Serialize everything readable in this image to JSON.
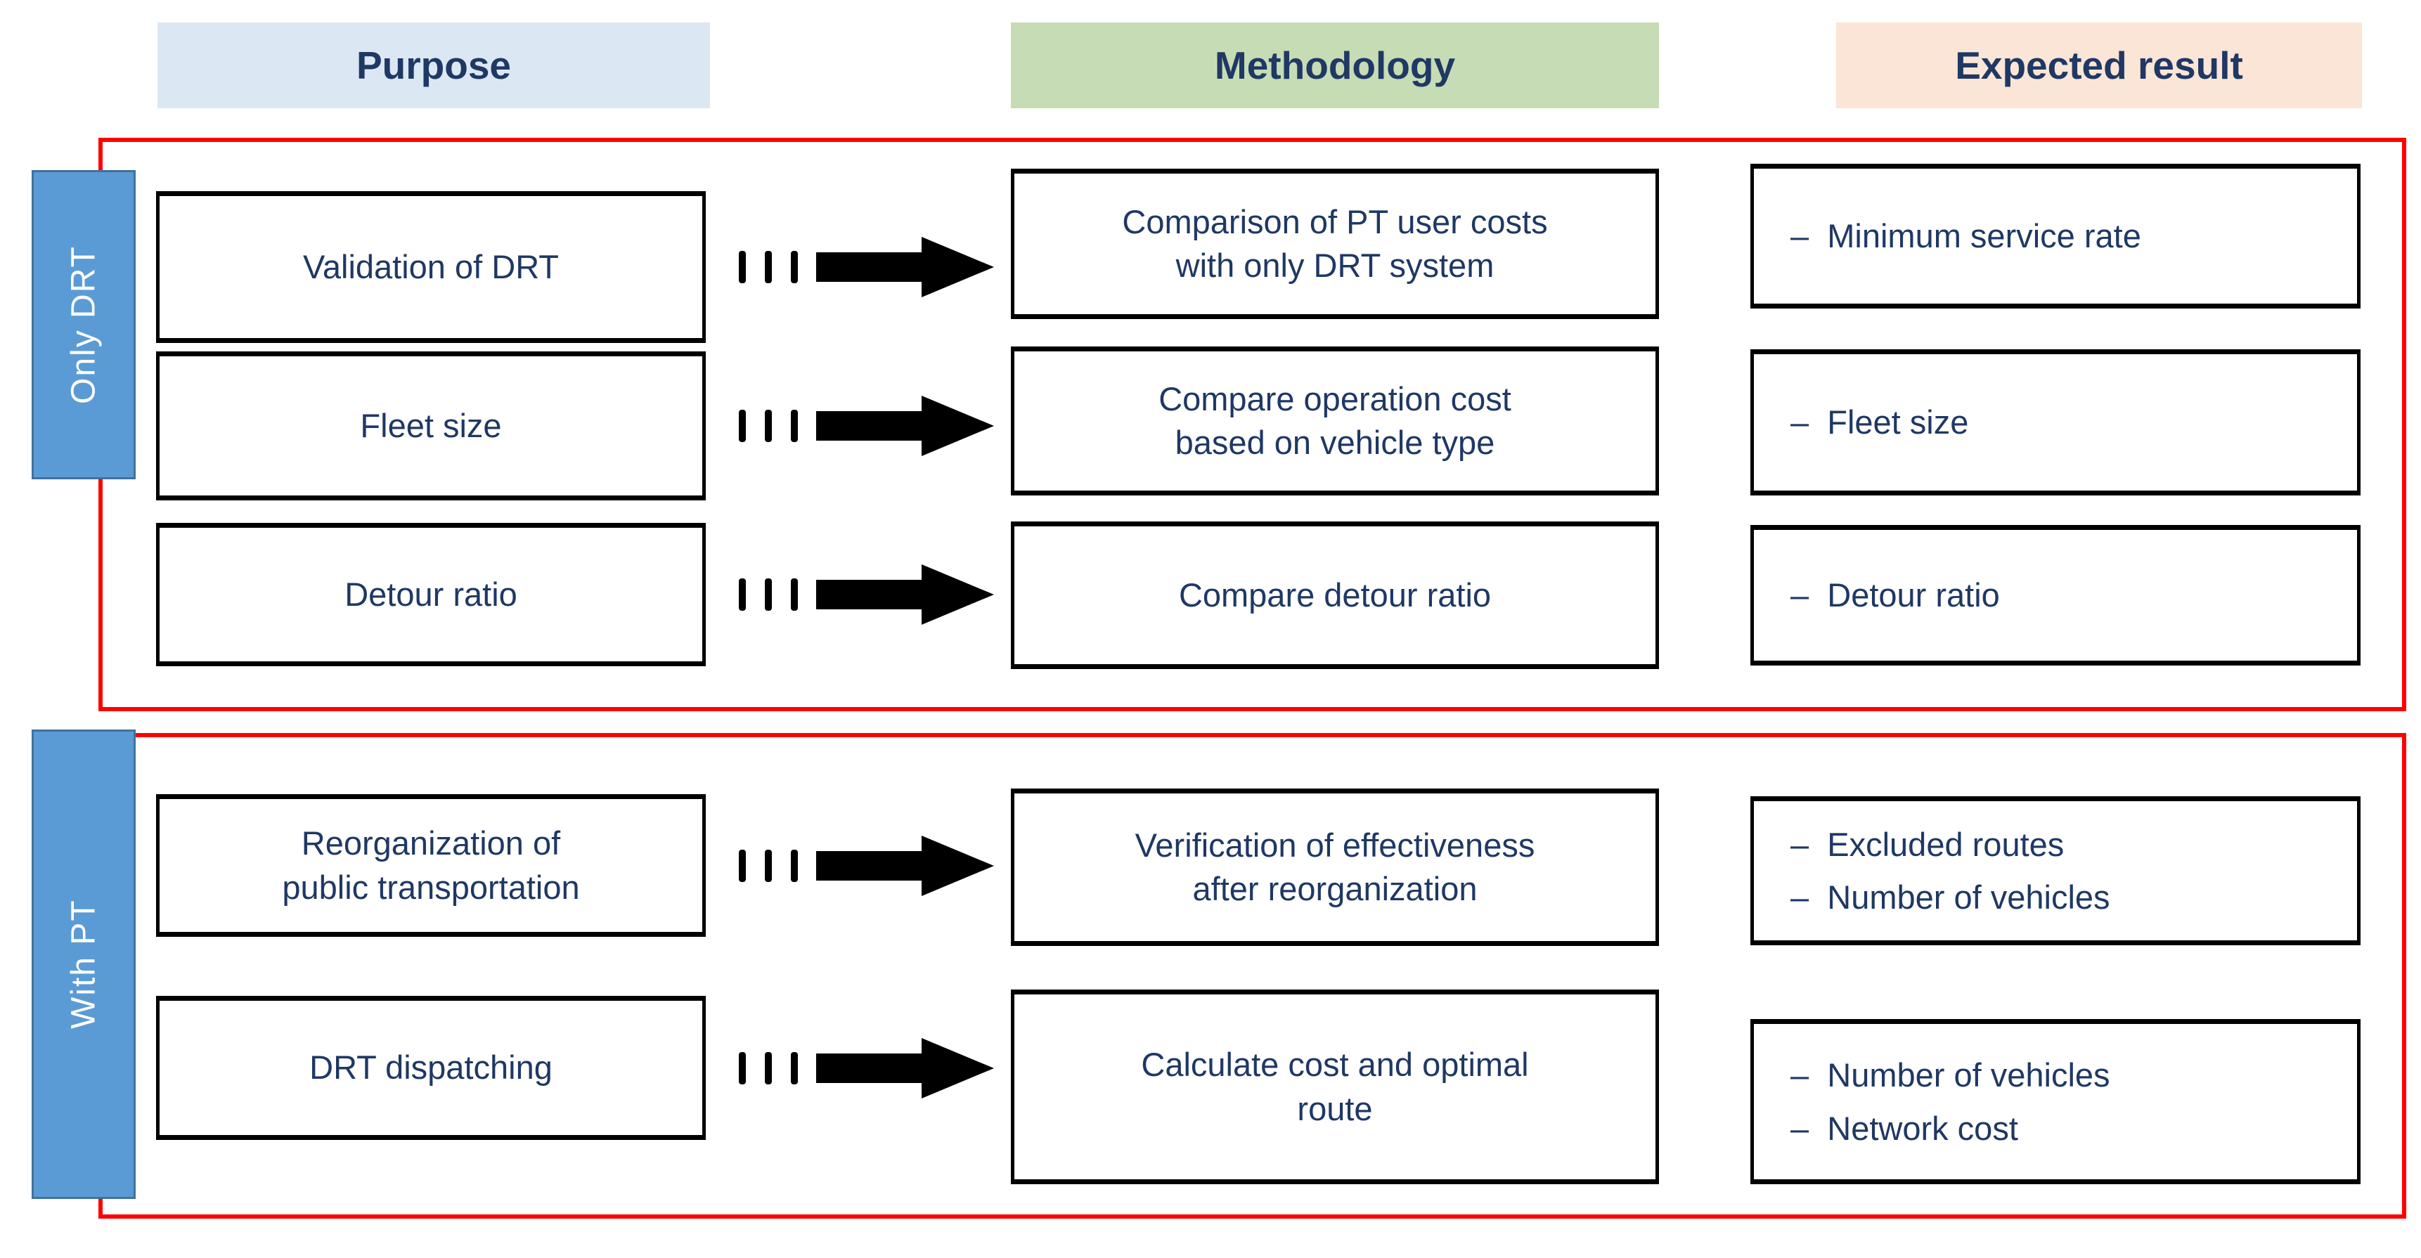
{
  "headers": {
    "purpose": "Purpose",
    "methodology": "Methodology",
    "expected": "Expected result"
  },
  "groups": [
    {
      "label": "Only DRT",
      "rows": [
        {
          "purpose": "Validation of DRT",
          "methodology": "Comparison of PT user costs\nwith only DRT system",
          "expected": [
            "–  Minimum service rate"
          ]
        },
        {
          "purpose": "Fleet size",
          "methodology": "Compare operation cost\nbased on vehicle type",
          "expected": [
            "–  Fleet size"
          ]
        },
        {
          "purpose": "Detour ratio",
          "methodology": "Compare detour ratio",
          "expected": [
            "–  Detour ratio"
          ]
        }
      ]
    },
    {
      "label": "With PT",
      "rows": [
        {
          "purpose": "Reorganization of\npublic transportation",
          "methodology": "Verification of effectiveness\nafter reorganization",
          "expected": [
            "–  Excluded routes",
            "–  Number of vehicles"
          ]
        },
        {
          "purpose": "DRT dispatching",
          "methodology": "Calculate cost and optimal\nroute",
          "expected": [
            "–  Number of vehicles",
            "–  Network cost"
          ]
        }
      ]
    }
  ],
  "icons": {
    "arrow": "dashed-arrow-icon"
  },
  "colors": {
    "navy": "#1f3864",
    "red": "#fe0000",
    "header-blue": "#dbe8f4",
    "header-green": "#c6dcb4",
    "header-peach": "#fbe5d6",
    "label-blue": "#5b9bd5",
    "label-blue-border": "#41719c",
    "box-border": "#000000",
    "arrow-black": "#000000"
  }
}
